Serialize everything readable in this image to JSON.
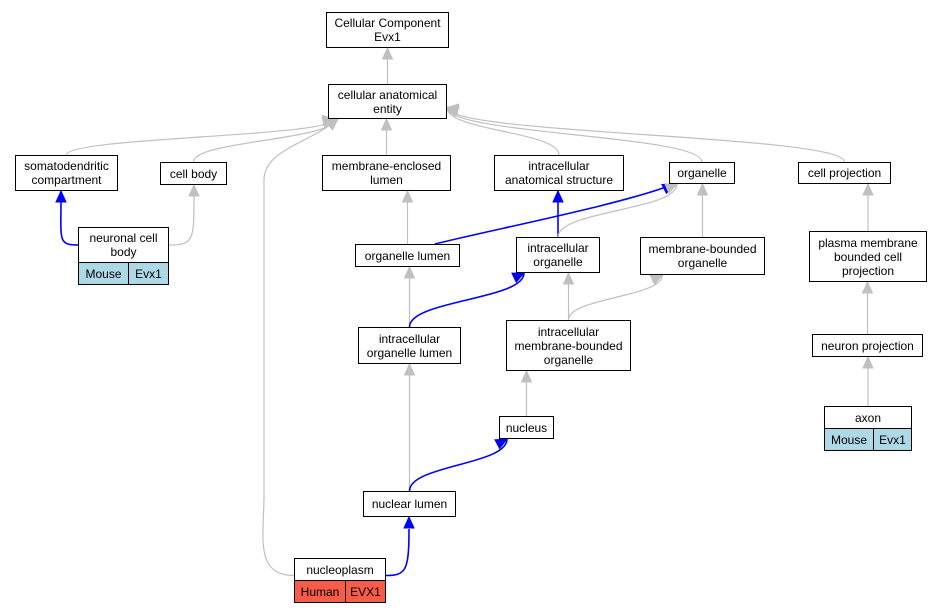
{
  "colors": {
    "gray_edge": "#c0c0c0",
    "blue_edge": "#0000ff",
    "mouse_fill": "#add8e6",
    "human_fill": "#f75c48"
  },
  "nodes": {
    "cellular_component": "Cellular Component\nEvx1",
    "cellular_anatomical_entity": "cellular anatomical\nentity",
    "somatodendritic_compartment": "somatodendritic\ncompartment",
    "cell_body": "cell body",
    "membrane_enclosed_lumen": "membrane-enclosed\nlumen",
    "intracellular_anatomical_structure": "intracellular\nanatomical structure",
    "organelle": "organelle",
    "cell_projection": "cell projection",
    "neuronal_cell_body": "neuronal cell\nbody",
    "organelle_lumen": "organelle lumen",
    "intracellular_organelle": "intracellular\norganelle",
    "membrane_bounded_organelle": "membrane-bounded\norganelle",
    "plasma_membrane_bounded_cell_projection": "plasma membrane\nbounded cell\nprojection",
    "intracellular_organelle_lumen": "intracellular\norganelle lumen",
    "intracellular_membrane_bounded_organelle": "intracellular\nmembrane-bounded\norganelle",
    "neuron_projection": "neuron projection",
    "nucleus": "nucleus",
    "axon": "axon",
    "nuclear_lumen": "nuclear lumen",
    "nucleoplasm": "nucleoplasm"
  },
  "annotations": {
    "neuronal_cell_body": {
      "species": "Mouse",
      "gene": "Evx1"
    },
    "axon": {
      "species": "Mouse",
      "gene": "Evx1"
    },
    "nucleoplasm": {
      "species": "Human",
      "gene": "EVX1"
    }
  },
  "edges": [
    {
      "from": "cellular_anatomical_entity",
      "to": "cellular_component",
      "color": "gray"
    },
    {
      "from": "somatodendritic_compartment",
      "to": "cellular_anatomical_entity",
      "color": "gray"
    },
    {
      "from": "cell_body",
      "to": "cellular_anatomical_entity",
      "color": "gray"
    },
    {
      "from": "membrane_enclosed_lumen",
      "to": "cellular_anatomical_entity",
      "color": "gray"
    },
    {
      "from": "intracellular_anatomical_structure",
      "to": "cellular_anatomical_entity",
      "color": "gray"
    },
    {
      "from": "organelle",
      "to": "cellular_anatomical_entity",
      "color": "gray"
    },
    {
      "from": "cell_projection",
      "to": "cellular_anatomical_entity",
      "color": "gray"
    },
    {
      "from": "nucleoplasm",
      "to": "cellular_anatomical_entity",
      "color": "gray"
    },
    {
      "from": "neuronal_cell_body",
      "to": "somatodendritic_compartment",
      "color": "blue"
    },
    {
      "from": "neuronal_cell_body",
      "to": "cell_body",
      "color": "gray"
    },
    {
      "from": "organelle_lumen",
      "to": "membrane_enclosed_lumen",
      "color": "gray"
    },
    {
      "from": "organelle_lumen",
      "to": "organelle",
      "color": "blue"
    },
    {
      "from": "intracellular_organelle",
      "to": "intracellular_anatomical_structure",
      "color": "blue"
    },
    {
      "from": "intracellular_organelle",
      "to": "organelle",
      "color": "gray"
    },
    {
      "from": "membrane_bounded_organelle",
      "to": "organelle",
      "color": "gray"
    },
    {
      "from": "plasma_membrane_bounded_cell_projection",
      "to": "cell_projection",
      "color": "gray"
    },
    {
      "from": "intracellular_organelle_lumen",
      "to": "organelle_lumen",
      "color": "gray"
    },
    {
      "from": "intracellular_organelle_lumen",
      "to": "intracellular_organelle",
      "color": "blue"
    },
    {
      "from": "intracellular_membrane_bounded_organelle",
      "to": "intracellular_organelle",
      "color": "gray"
    },
    {
      "from": "intracellular_membrane_bounded_organelle",
      "to": "membrane_bounded_organelle",
      "color": "gray"
    },
    {
      "from": "neuron_projection",
      "to": "plasma_membrane_bounded_cell_projection",
      "color": "gray"
    },
    {
      "from": "nucleus",
      "to": "intracellular_membrane_bounded_organelle",
      "color": "gray"
    },
    {
      "from": "axon",
      "to": "neuron_projection",
      "color": "gray"
    },
    {
      "from": "nuclear_lumen",
      "to": "intracellular_organelle_lumen",
      "color": "gray"
    },
    {
      "from": "nuclear_lumen",
      "to": "nucleus",
      "color": "blue"
    },
    {
      "from": "nucleoplasm",
      "to": "nuclear_lumen",
      "color": "blue"
    }
  ]
}
